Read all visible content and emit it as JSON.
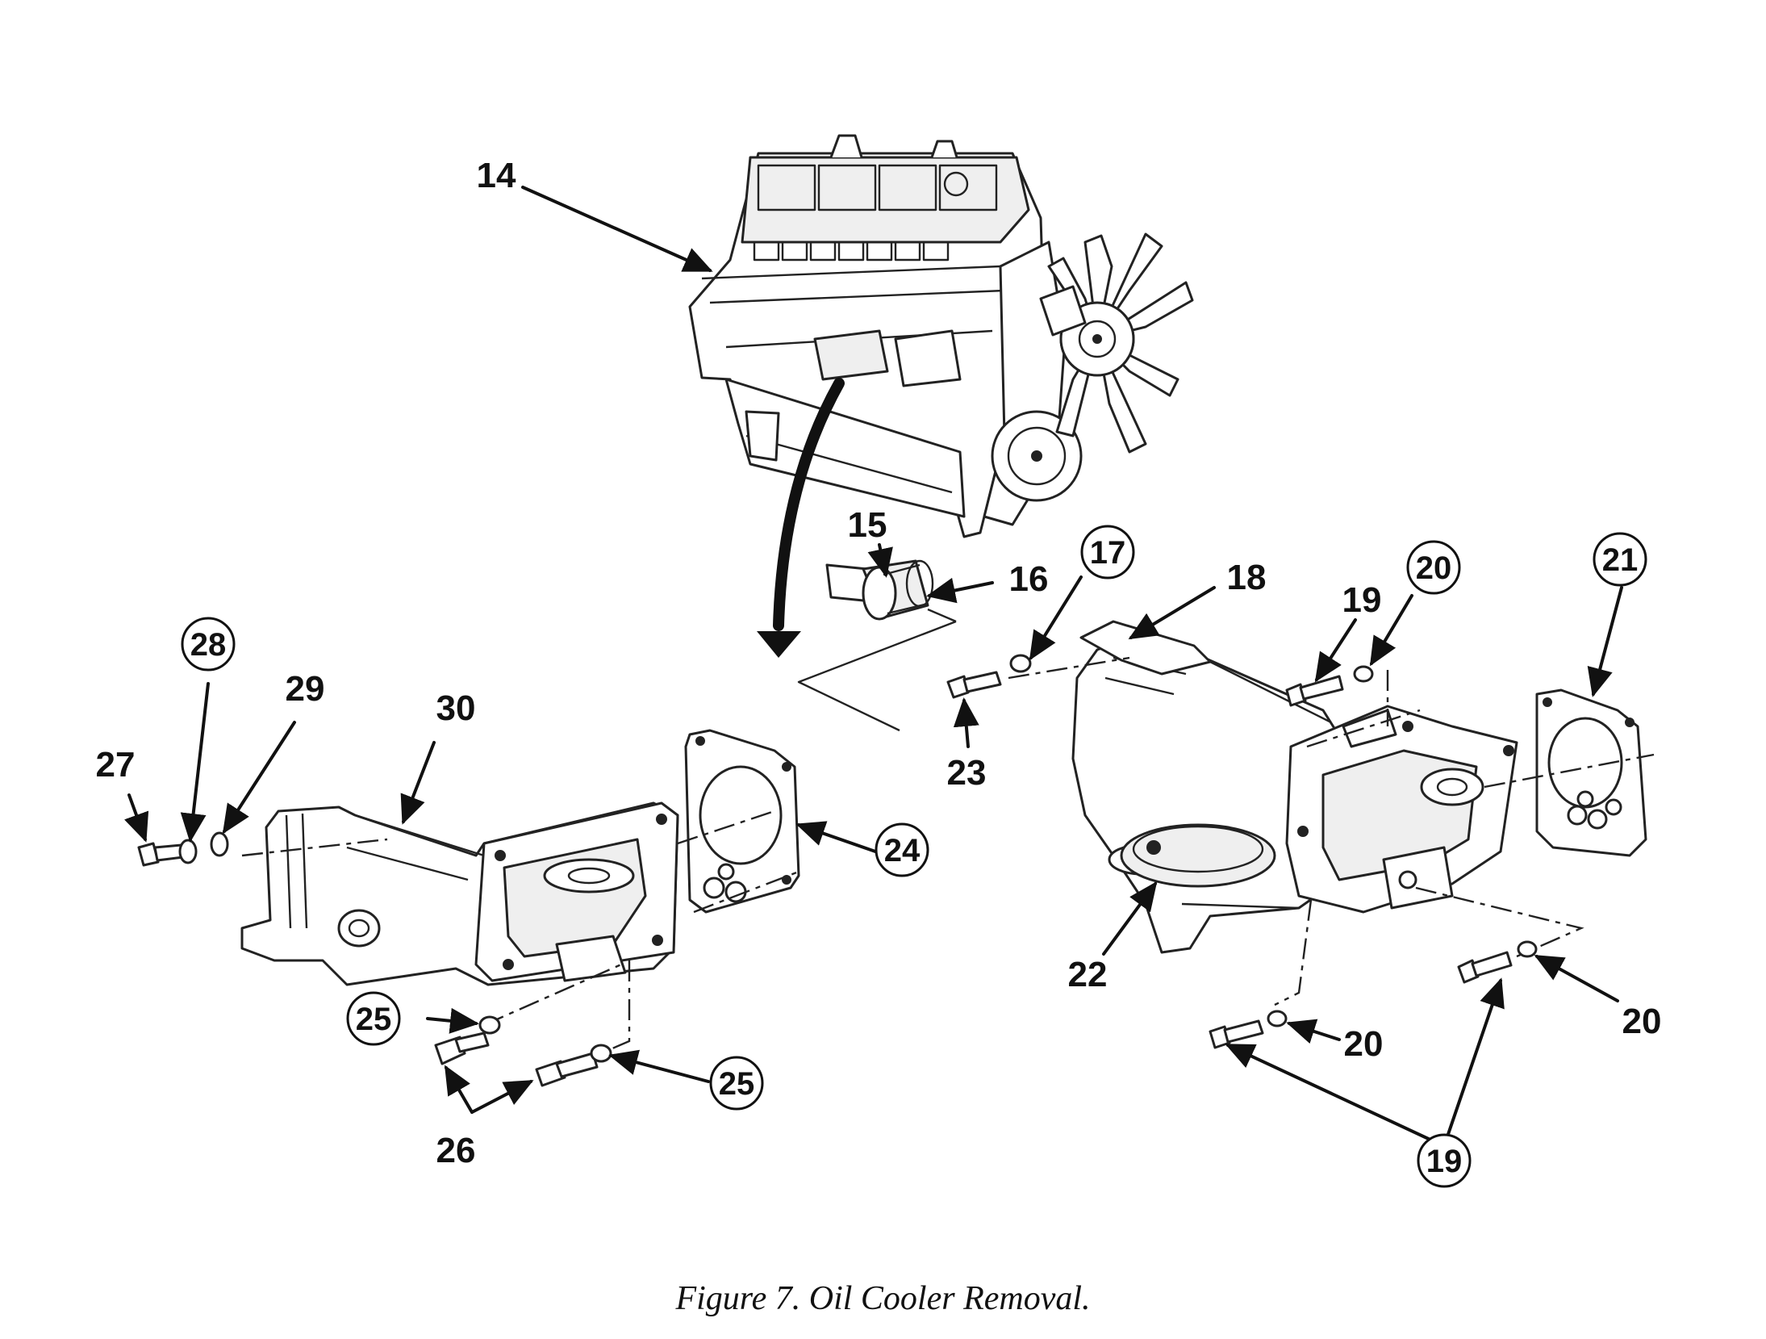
{
  "figure": {
    "caption": "Figure 7.  Oil Cooler Removal."
  },
  "callouts": [
    {
      "id": "14",
      "text": "14",
      "circled": false
    },
    {
      "id": "15",
      "text": "15",
      "circled": false
    },
    {
      "id": "16",
      "text": "16",
      "circled": false
    },
    {
      "id": "17",
      "text": "17",
      "circled": true
    },
    {
      "id": "18",
      "text": "18",
      "circled": false
    },
    {
      "id": "19a",
      "text": "19",
      "circled": false
    },
    {
      "id": "20a",
      "text": "20",
      "circled": true
    },
    {
      "id": "21",
      "text": "21",
      "circled": true
    },
    {
      "id": "22",
      "text": "22",
      "circled": false
    },
    {
      "id": "23",
      "text": "23",
      "circled": false
    },
    {
      "id": "24",
      "text": "24",
      "circled": true
    },
    {
      "id": "25a",
      "text": "25",
      "circled": true
    },
    {
      "id": "25b",
      "text": "25",
      "circled": true
    },
    {
      "id": "26",
      "text": "26",
      "circled": false
    },
    {
      "id": "27",
      "text": "27",
      "circled": false
    },
    {
      "id": "28",
      "text": "28",
      "circled": true
    },
    {
      "id": "29",
      "text": "29",
      "circled": false
    },
    {
      "id": "30",
      "text": "30",
      "circled": false
    },
    {
      "id": "20b",
      "text": "20",
      "circled": false
    },
    {
      "id": "20c",
      "text": "20",
      "circled": false
    },
    {
      "id": "19b",
      "text": "19",
      "circled": true
    }
  ]
}
